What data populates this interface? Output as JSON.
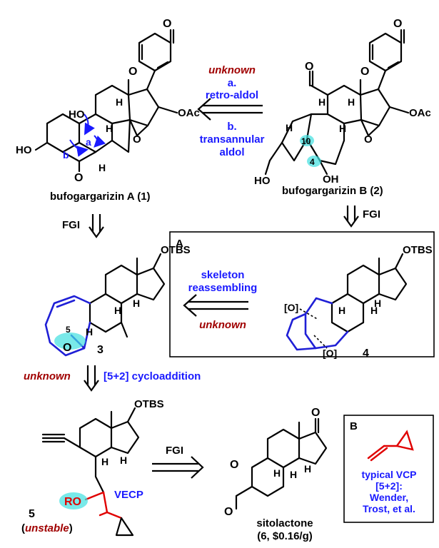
{
  "compounds": {
    "c1_name": "bufogargarizin A (1)",
    "c2_name": "bufogargarizin B (2)",
    "c3_num": "3",
    "c4_num": "4",
    "c5_num": "5",
    "c5_note_open": "(",
    "c5_note": "unstable",
    "c5_note_close": ")",
    "c6_name": "sitolactone",
    "c6_price": "(6, $0.16/g)"
  },
  "atoms": {
    "o": "O",
    "ho": "HO",
    "h": "H",
    "oac": "OAc",
    "otbs": "OTBS",
    "oh": "OH",
    "ox": "[O]",
    "ro": "RO",
    "a": "a",
    "b": "b",
    "n10": "10",
    "n4": "4",
    "n5": "5"
  },
  "top_arrow": {
    "unknown": "unknown",
    "a_label": "a.",
    "a_text": "retro-aldol",
    "b_label": "b.",
    "b_text1": "transannular",
    "b_text2": "aldol"
  },
  "fgi": "FGI",
  "box_a": {
    "label": "A",
    "skeleton1": "skeleton",
    "skeleton2": "reassembling",
    "unknown": "unknown"
  },
  "cycloaddition": {
    "unknown": "unknown",
    "text": "[5+2] cycloaddition"
  },
  "vecp": "VECP",
  "box_b": {
    "label": "B",
    "line1": "typical VCP",
    "line2": "[5+2]:",
    "line3": "Wender,",
    "line4": "Trost, et al."
  },
  "colors": {
    "blue": "#1a1aff",
    "dark_red": "#a00000",
    "bright_red": "#e00000",
    "cyan_highlight": "#40e0e0"
  }
}
